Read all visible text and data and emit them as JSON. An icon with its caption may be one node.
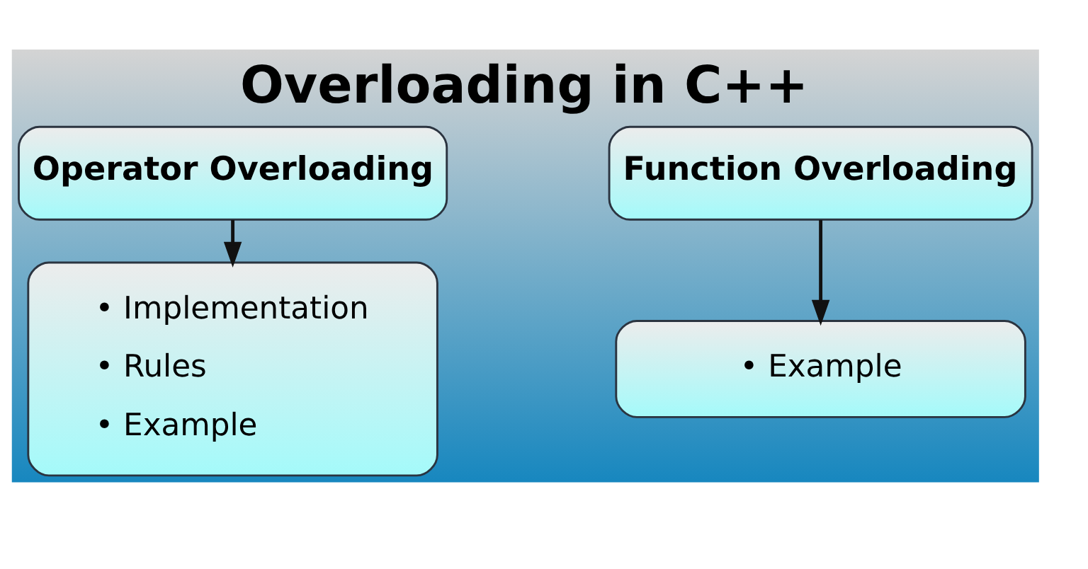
{
  "diagram": {
    "title": "Overloading in C++",
    "nodes": [
      {
        "text": [
          "Operator Overloading"
        ]
      },
      {
        "text": [
          "Function Overloading"
        ]
      },
      {
        "text": [
          "• Implementation",
          "• Rules",
          "• Example"
        ]
      },
      {
        "text": [
          "• Example"
        ]
      }
    ],
    "edges": [
      {
        "from": 0,
        "to": 2,
        "arrow": "to"
      },
      {
        "from": 1,
        "to": 3,
        "arrow": "to"
      }
    ]
  }
}
